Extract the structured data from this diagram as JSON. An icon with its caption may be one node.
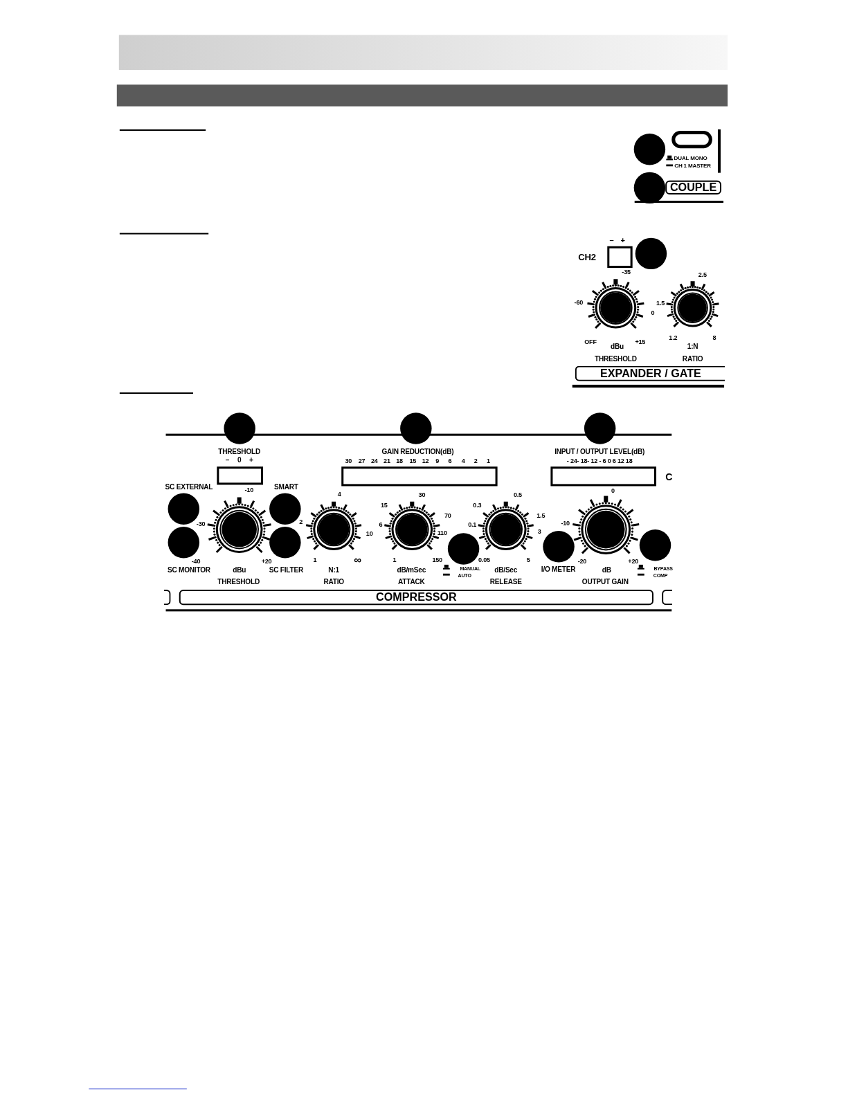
{
  "diagram": {
    "nodes": [
      {
        "text": [],
        "shape": "bar"
      },
      {
        "text": [
          "COUPLE"
        ]
      },
      {
        "text": [],
        "shape": "box"
      },
      {
        "text": [
          "EXPANDER / GATE"
        ]
      },
      {
        "text": [],
        "shape": "box"
      },
      {
        "text": [],
        "shape": "box"
      },
      {
        "text": [],
        "shape": "box"
      },
      {
        "text": [
          "COMPRESSOR"
        ]
      }
    ],
    "labels": [
      "DUAL MONO",
      "CH 1 MASTER",
      "–",
      "+",
      "CH2",
      "-35",
      "-60",
      "0",
      "OFF",
      "dBu",
      "+15",
      "THRESHOLD",
      "2.5",
      "1.5",
      "1.2",
      "8",
      "1:N",
      "RATIO",
      "THRESHOLD",
      "–",
      "0",
      "+",
      "GAIN REDUCTION(dB)",
      "30",
      "27",
      "24",
      "21",
      "18",
      "15",
      "12",
      "9",
      "6",
      "4",
      "2",
      "1",
      "INPUT / OUTPUT LEVEL(dB)",
      "- 24- 18- 12 - 6 0 6 12 18",
      "C",
      "SC EXTERNAL",
      "SMART",
      "-10",
      "-30",
      "-40",
      "+20",
      "SC MONITOR",
      "dBu",
      "SC FILTER",
      "THRESHOLD",
      "4",
      "2",
      "10",
      "1",
      "∞",
      "N:1",
      "RATIO",
      "30",
      "15",
      "6",
      "70",
      "110",
      "1",
      "150",
      "dB/mSec",
      "ATTACK",
      "MANUAL",
      "AUTO",
      "0.5",
      "0.3",
      "0.1",
      "1.5",
      "3",
      "0.05",
      "5",
      "dB/Sec",
      "RELEASE",
      "I/O METER",
      "0",
      "-10",
      "-20",
      "+20",
      "dB",
      "OUTPUT GAIN",
      "BYPASS",
      "COMP"
    ]
  }
}
